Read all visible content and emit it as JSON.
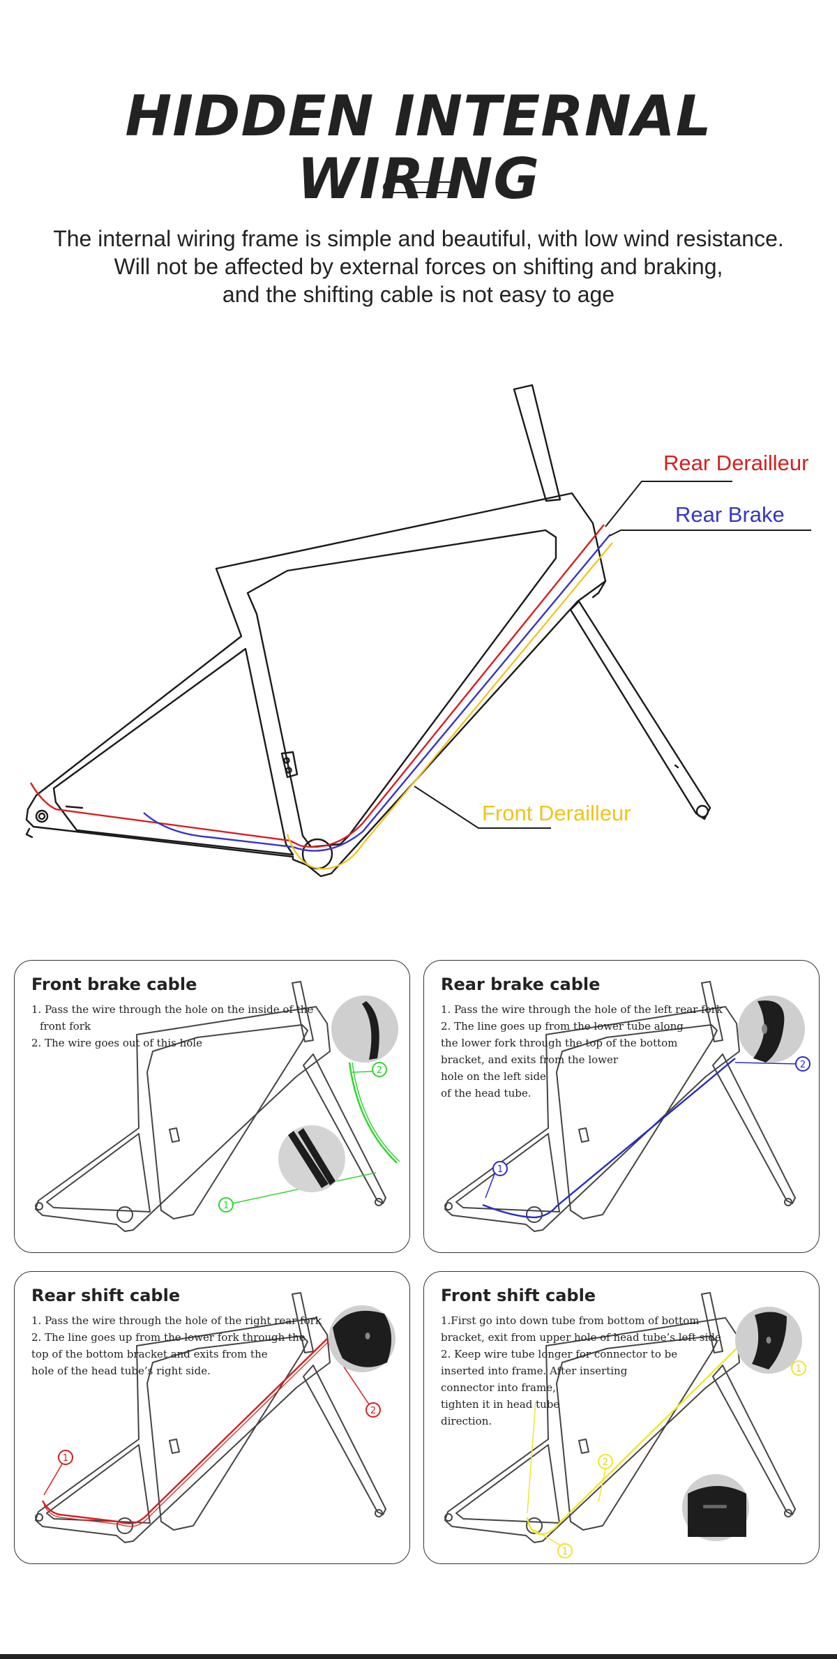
{
  "header": {
    "title": "HIDDEN INTERNAL WIRING",
    "intro_lines": [
      "The internal wiring frame is simple and beautiful, with low wind resistance.",
      "Will not be affected by external forces on shifting and braking,",
      "and the shifting cable is not easy to age"
    ]
  },
  "main_diagram": {
    "labels": {
      "rear_derailleur": "Rear Derailleur",
      "rear_brake": "Rear Brake",
      "front_derailleur": "Front Derailleur"
    },
    "colors": {
      "rear_derailleur": "#d81e1e",
      "rear_brake": "#3535c8",
      "front_derailleur": "#f0c419",
      "frame": "#1a1a1a"
    }
  },
  "panels": {
    "front_brake": {
      "title": "Front brake cable",
      "steps": [
        "1. Pass the wire through the hole on the inside of the",
        "    front fork",
        "2. The wire goes out of this hole"
      ],
      "markers": [
        "2",
        "1"
      ],
      "color": "#2fd62f"
    },
    "rear_brake": {
      "title": "Rear brake cable",
      "steps": [
        "1. Pass the wire through the hole of the left rear fork",
        "2. The line goes up from the lower tube along",
        "the lower fork through the top of the bottom",
        "bracket, and exits from the lower",
        "hole on the left side",
        "of the head tube."
      ],
      "markers": [
        "2",
        "1"
      ],
      "color": "#2a2ac4"
    },
    "rear_shift": {
      "title": "Rear shift cable",
      "steps": [
        "1. Pass the wire through the hole of the right rear fork",
        "2. The line goes up from the lower fork through the",
        "top of the bottom bracket and exits from the",
        "hole of the head tube’s right side."
      ],
      "markers": [
        "1",
        "2"
      ],
      "color": "#d81e1e"
    },
    "front_shift": {
      "title": "Front shift cable",
      "steps": [
        "1.First go into down tube from bottom of bottom",
        "bracket, exit from upper hole of head tube’s left side",
        "2. Keep wire tube longer for connector to be",
        "inserted into frame. After inserting",
        "connector into frame,",
        "tighten it in head tube",
        "direction."
      ],
      "markers": [
        "1",
        "2",
        "1"
      ],
      "color": "#f0e62a"
    }
  }
}
